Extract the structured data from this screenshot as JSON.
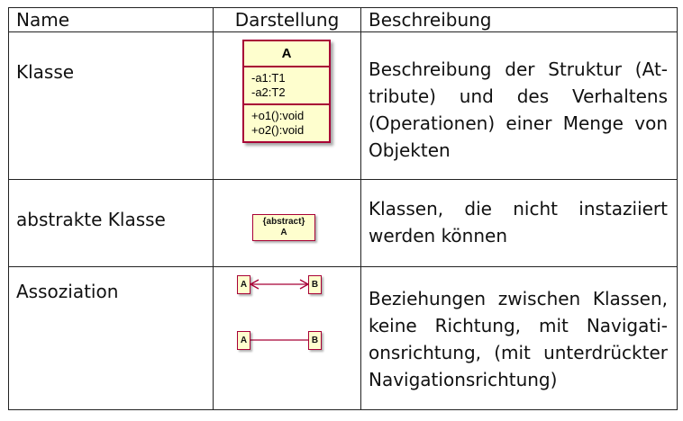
{
  "headers": {
    "name": "Name",
    "representation": "Darstellung",
    "description": "Beschreibung"
  },
  "rows": [
    {
      "name": "Klasse",
      "description_lines": [
        "Beschreibung der Struktur (At-",
        "tribute) und des Verhaltens",
        "(Operationen) einer Menge von",
        "Objekten"
      ],
      "diagram": {
        "class_name": "A",
        "attributes": [
          "-a1:T1",
          "-a2:T2"
        ],
        "operations": [
          "+o1():void",
          "+o2():void"
        ]
      }
    },
    {
      "name": "abstrakte Klasse",
      "description_lines": [
        "Klassen, die nicht instaziiert",
        "werden können"
      ],
      "diagram": {
        "stereotype": "{abstract}",
        "class_name": "A"
      }
    },
    {
      "name": "Assoziation",
      "description_lines": [
        "Beziehungen zwischen Klassen,",
        "keine Richtung, mit Navigati-",
        "onsrichtung, (mit unterdrückter",
        "Navigationsrichtung)"
      ],
      "diagram": {
        "left_class": "A",
        "right_class": "B"
      }
    }
  ],
  "colors": {
    "uml_border": "#a80036",
    "uml_fill": "#fefece",
    "table_border": "#222222"
  }
}
